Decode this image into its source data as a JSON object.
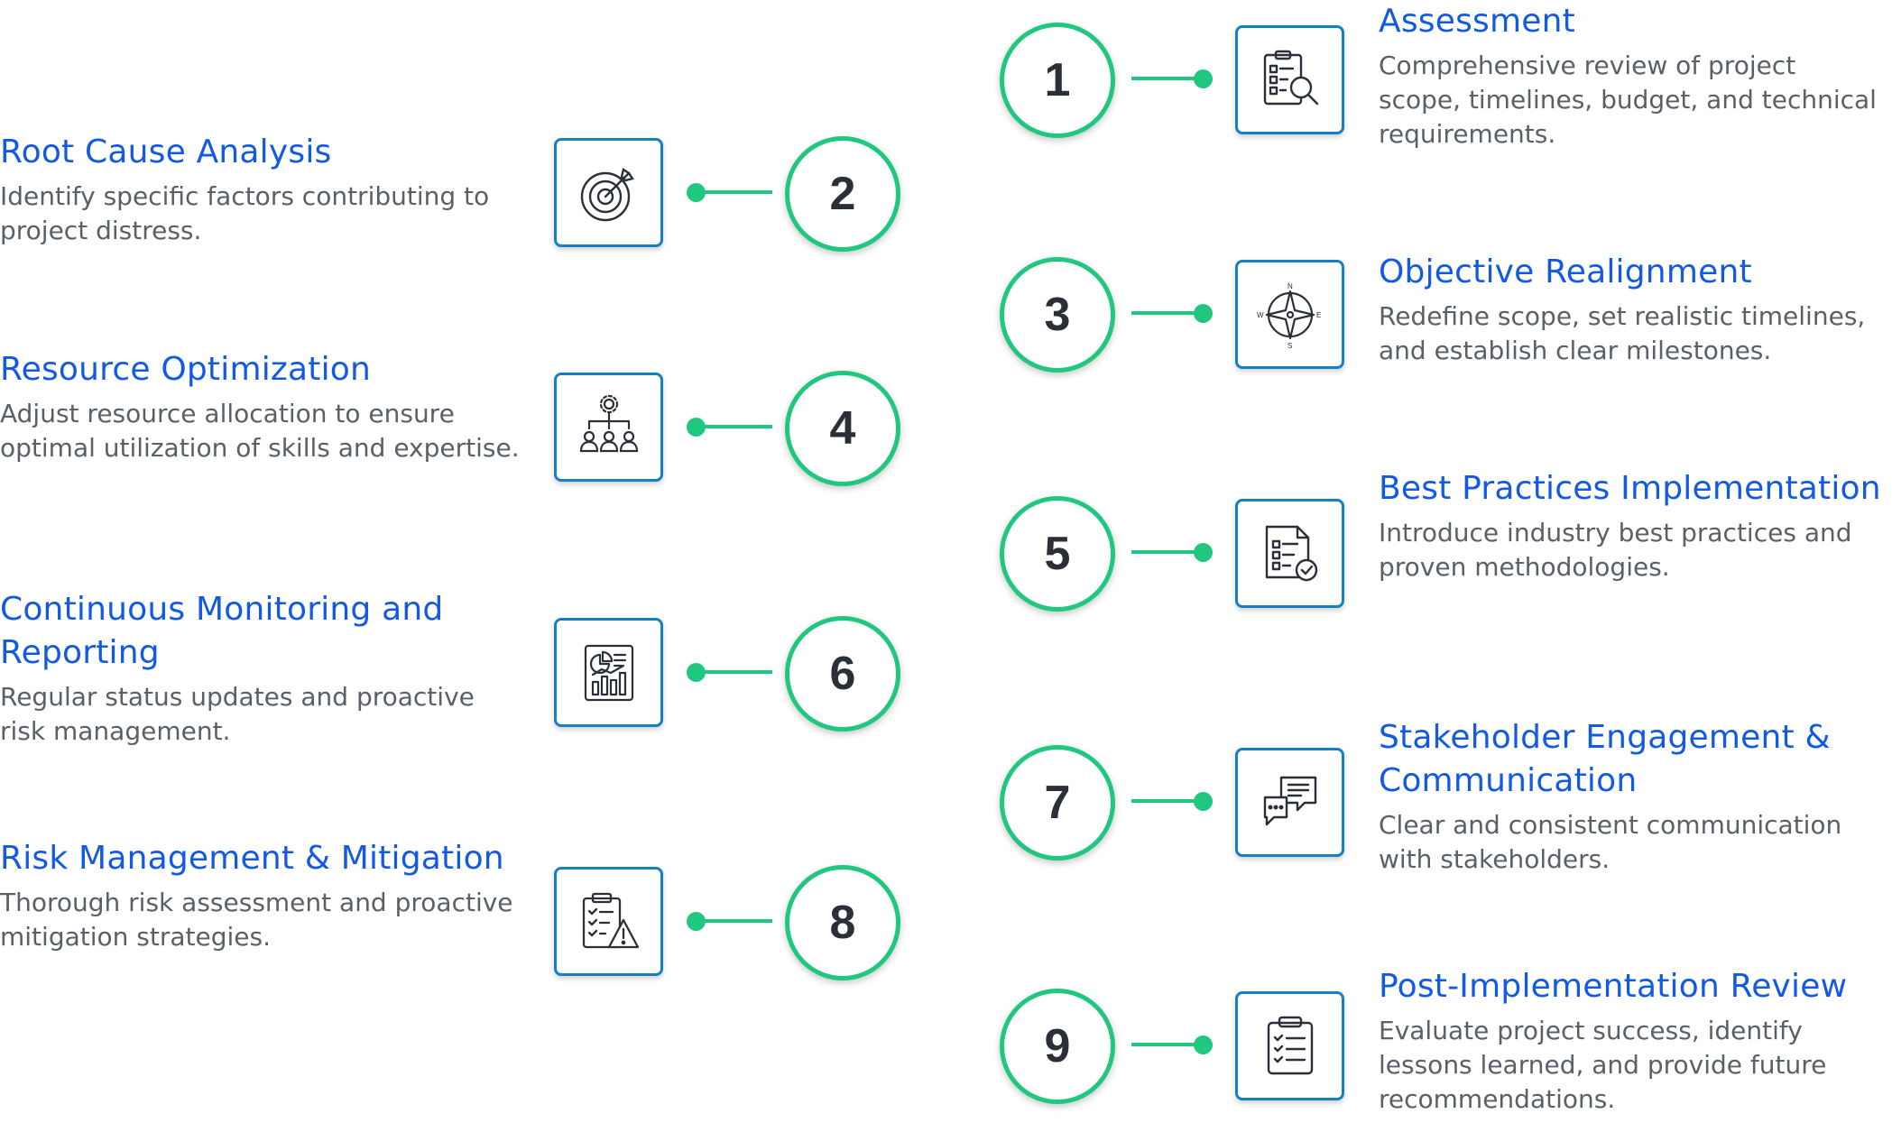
{
  "steps": [
    {
      "number": "1",
      "icon": "checklist-magnifier-icon",
      "title": "Assessment",
      "description": "Comprehensive review of project scope, timelines, budget, and technical requirements."
    },
    {
      "number": "2",
      "icon": "target-arrow-icon",
      "title": "Root Cause Analysis",
      "description": "Identify specific factors contributing to project distress."
    },
    {
      "number": "3",
      "icon": "compass-icon",
      "title": "Objective Realignment",
      "description": "Redefine scope, set realistic timelines, and establish clear milestones."
    },
    {
      "number": "4",
      "icon": "team-hierarchy-gear-icon",
      "title": "Resource Optimization",
      "description": "Adjust resource allocation to ensure optimal utilization of skills and expertise."
    },
    {
      "number": "5",
      "icon": "document-check-icon",
      "title": "Best Practices Implementation",
      "description": "Introduce industry best practices and proven methodologies."
    },
    {
      "number": "6",
      "icon": "report-chart-icon",
      "title": "Continuous Monitoring and Reporting",
      "description": "Regular status updates and proactive risk management."
    },
    {
      "number": "7",
      "icon": "chat-bubbles-icon",
      "title": "Stakeholder Engagement & Communication",
      "description": "Clear and consistent communication with stakeholders."
    },
    {
      "number": "8",
      "icon": "clipboard-warning-icon",
      "title": "Risk Management & Mitigation",
      "description": "Thorough risk assessment and proactive mitigation strategies."
    },
    {
      "number": "9",
      "icon": "clipboard-checklist-icon",
      "title": "Post-Implementation Review",
      "description": "Evaluate project success, identify lessons learned, and provide future recommendations."
    }
  ],
  "colors": {
    "accent_green": "#1fc77f",
    "title_blue": "#1259e5",
    "icon_border": "#1580c6",
    "text_gray": "#5a6068"
  }
}
